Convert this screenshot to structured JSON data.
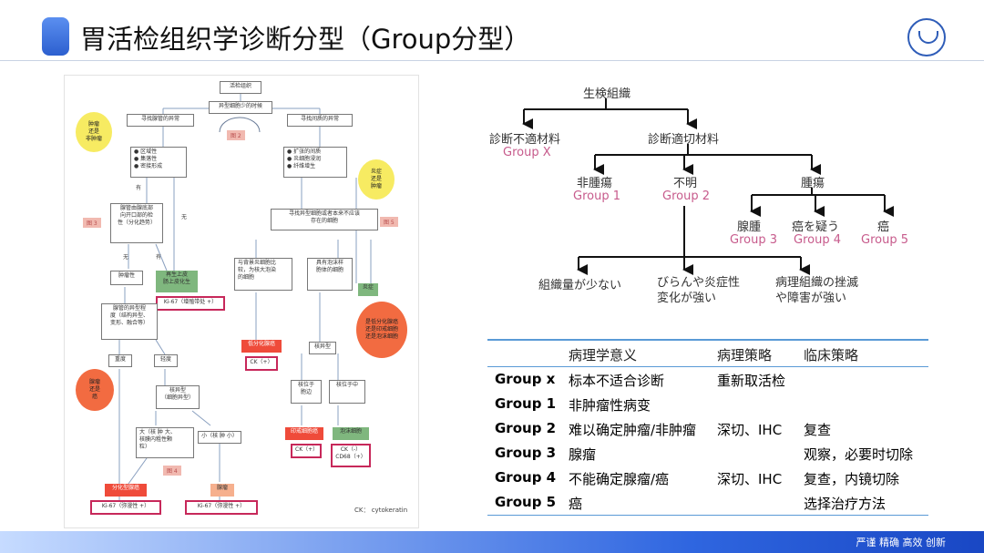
{
  "header": {
    "title": "胃活检组织学诊断分型（Group分型）"
  },
  "footer": {
    "text": "严谨  精确  高效  创新"
  },
  "left_flowchart": {
    "top_box": "活检组织",
    "center_box": "异型细胞少的时候",
    "fig2": "图 2",
    "left_branch": "寻找腺管的异常",
    "right_branch": "寻找间质的异常",
    "yellow1": "肿瘤\n还是\n非肿瘤",
    "yellow2": "炎症\n还是\n肿瘤",
    "list1": "● 区域性\n● 集落性\n● 密接形成",
    "list2": "● 扩张的间质\n● 炎细胞浸润\n● 纤维增生",
    "q1": "腺管由腺底部\n向开口部的检\n性（分化趋势）",
    "yes": "有",
    "no": "无",
    "fig3": "图 3",
    "q2": "寻找异型细胞或者本来不应该\n存在的细胞",
    "fig5": "图 5",
    "tumor": "肿瘤性",
    "regen": "再生上皮\n肠上皮化生",
    "ki1": "Ki-67（增殖带处 +）",
    "q3": "与背景炎细胞比\n较，为核大泡染\n的细胞",
    "q4": "具有泡沫样\n胞体的细胞",
    "inflam": "炎症",
    "struct": "腺管的异型程\n度（结构异型、\n变形、融合等）",
    "lowdiff": "低分化腺癌",
    "ck1": "CK（+）",
    "red_circle": "是低分化腺癌\n还是印戒细胞\n还是泡沫细胞",
    "severe": "重度",
    "mild": "轻度",
    "orange_circle": "腺瘤\n还是\n癌",
    "nuc": "核异型",
    "cellatyp": "核异型\n（细胞异型）",
    "nucpos": "核位于\n胞边",
    "nucmid": "核位于中",
    "signet": "印戒细胞癌",
    "foam": "泡沫细胞",
    "ck2": "CK（+）",
    "ck3": "CK（-）\nCD68（+）",
    "big": "大（核 肿 大、\n核膜内粗性颗\n粒）",
    "small": "小（核 肿 小）",
    "fig4": "图 4",
    "diffca": "分化型腺癌",
    "adenoma": "腺瘤",
    "ki2": "Ki-67（弥漫性 +）",
    "ki3": "Ki-67（弥漫性 +）",
    "ck_note": "CK： cytokeratin"
  },
  "right_diagram": {
    "root": "生検組織",
    "inadequate": "診断不適材料",
    "gx": "Group X",
    "adequate": "診断適切材料",
    "nontumor": "非腫瘍",
    "g1": "Group 1",
    "unclear": "不明",
    "g2": "Group 2",
    "tumor": "腫瘍",
    "adenoma": "腺腫",
    "g3": "Group 3",
    "suspect": "癌を疑う",
    "g4": "Group 4",
    "cancer": "癌",
    "g5": "Group 5",
    "little": "組織量が少ない",
    "erosion": "びらんや炎症性\n変化が強い",
    "crush": "病理組織の挫滅\nや障害が強い"
  },
  "table": {
    "headers": [
      "",
      "病理学意义",
      "病理策略",
      "临床策略"
    ],
    "rows": [
      [
        "Group x",
        "标本不适合诊断",
        "重新取活检",
        ""
      ],
      [
        "Group 1",
        "非肿瘤性病变",
        "",
        ""
      ],
      [
        "Group 2",
        "难以确定肿瘤/非肿瘤",
        "深切、IHC",
        "复查"
      ],
      [
        "Group 3",
        "腺瘤",
        "",
        "观察，必要时切除"
      ],
      [
        "Group 4",
        "不能确定腺瘤/癌",
        "深切、IHC",
        "复查，内镜切除"
      ],
      [
        "Group 5",
        "癌",
        "",
        "选择治疗方法"
      ]
    ]
  }
}
